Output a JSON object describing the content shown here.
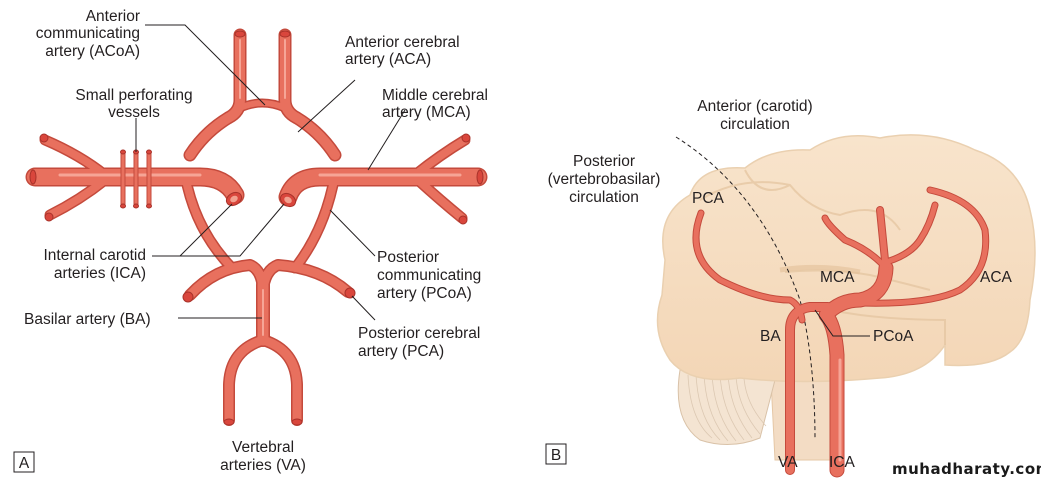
{
  "panel_a": {
    "letter": "A",
    "labels": {
      "acoa": [
        "Anterior",
        "communicating",
        "artery (ACoA)"
      ],
      "aca": [
        "Anterior cerebral",
        "artery (ACA)"
      ],
      "perforating": [
        "Small perforating",
        "vessels"
      ],
      "mca": [
        "Middle cerebral",
        "artery (MCA)"
      ],
      "ica": [
        "Internal carotid",
        "arteries (ICA)"
      ],
      "pcoa": [
        "Posterior",
        "communicating",
        "artery (PCoA)"
      ],
      "ba": [
        "Basilar artery (BA)"
      ],
      "pca": [
        "Posterior cerebral",
        "artery (PCA)"
      ],
      "va": [
        "Vertebral",
        "arteries (VA)"
      ]
    }
  },
  "panel_b": {
    "letter": "B",
    "labels": {
      "anterior_circ": [
        "Anterior (carotid)",
        "circulation"
      ],
      "posterior_circ": [
        "Posterior",
        "(vertebrobasilar)",
        "circulation"
      ],
      "pca": "PCA",
      "mca": "MCA",
      "aca": "ACA",
      "ba": "BA",
      "pcoa": "PCoA",
      "va": "VA",
      "ica": "ICA"
    }
  },
  "watermark": "muhadharaty.com",
  "colors": {
    "artery": "#e8705e",
    "artery_edge": "#c44a3c",
    "brain": "#f6dfc4",
    "brain_edge": "#e9c9a6"
  }
}
